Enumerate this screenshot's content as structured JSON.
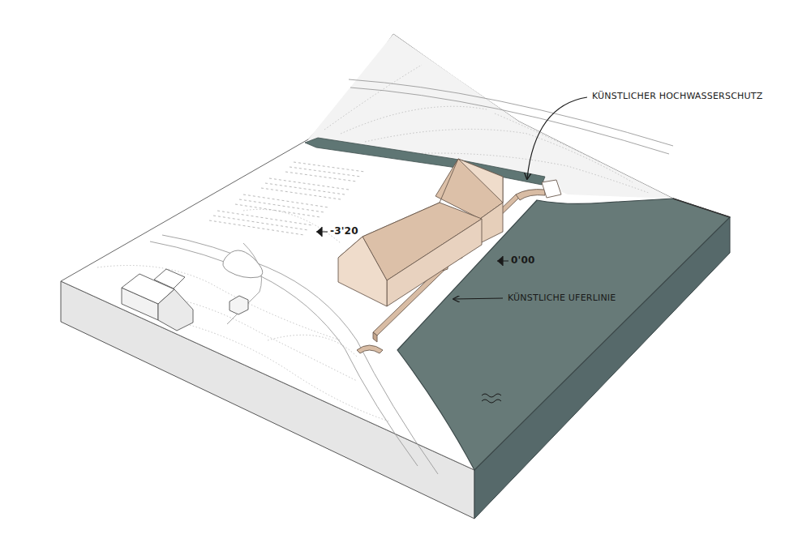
{
  "diagram": {
    "labels": [
      "KÜNSTLICHER HOCHWASSERSCHUTZ",
      "-3'20",
      "0'00",
      "KÜNSTLICHE UFERLINIE"
    ]
  }
}
